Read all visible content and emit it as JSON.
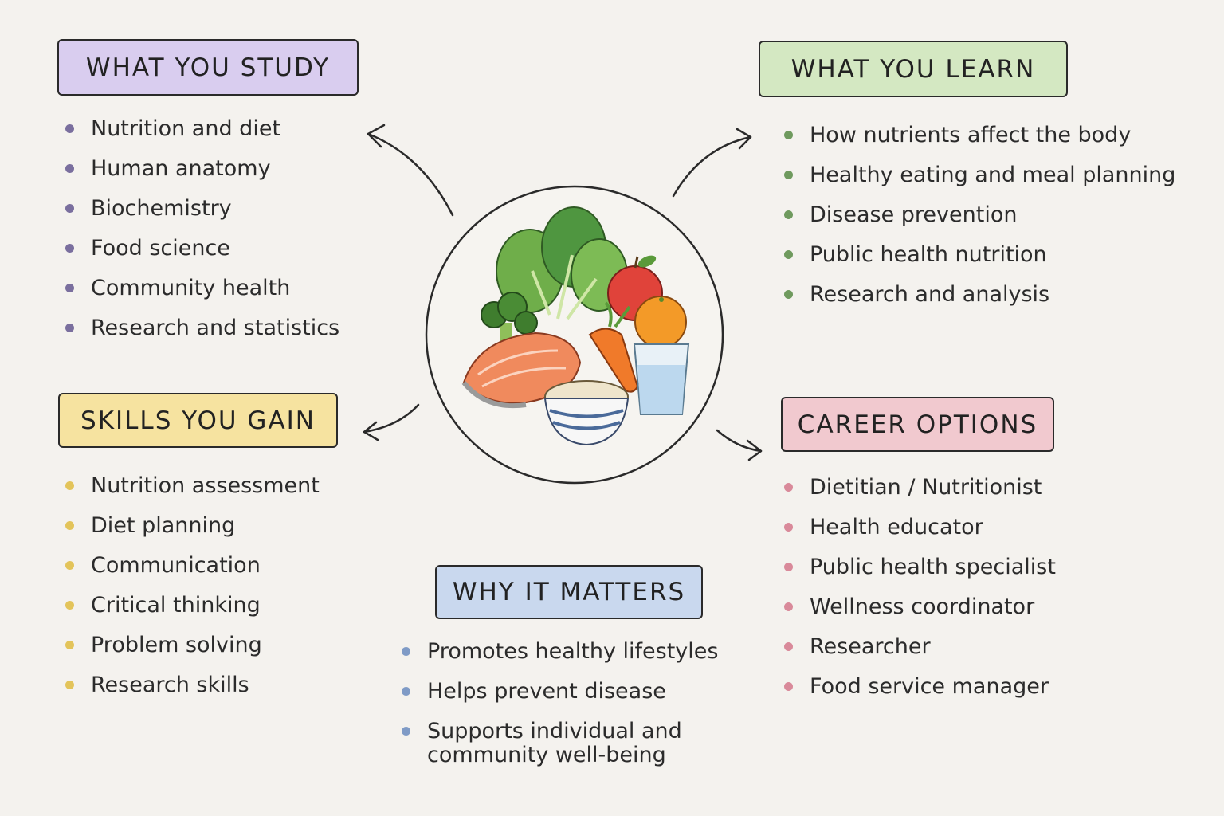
{
  "sections": {
    "study": {
      "title": "WHAT YOU STUDY",
      "color": "#d9cdef",
      "items": [
        "Nutrition and diet",
        "Human anatomy",
        "Biochemistry",
        "Food science",
        "Community health",
        "Research and statistics"
      ]
    },
    "learn": {
      "title": "WHAT YOU LEARN",
      "color": "#d4e8c2",
      "items": [
        "How nutrients affect the body",
        "Healthy eating and meal planning",
        "Disease prevention",
        "Public health nutrition",
        "Research and analysis"
      ]
    },
    "skills": {
      "title": "SKILLS YOU GAIN",
      "color": "#f6e3a0",
      "items": [
        "Nutrition assessment",
        "Diet planning",
        "Communication",
        "Critical thinking",
        "Problem solving",
        "Research skills"
      ]
    },
    "career": {
      "title": "CAREER OPTIONS",
      "color": "#f1c9cf",
      "items": [
        "Dietitian / Nutritionist",
        "Health educator",
        "Public health specialist",
        "Wellness coordinator",
        "Researcher",
        "Food service manager"
      ]
    },
    "why": {
      "title": "WHY IT MATTERS",
      "color": "#c9d8ee",
      "items": [
        "Promotes healthy lifestyles",
        "Helps prevent disease",
        "Supports individual and community well-being"
      ]
    }
  },
  "center": {
    "icon": "healthy-food-plate-icon"
  }
}
